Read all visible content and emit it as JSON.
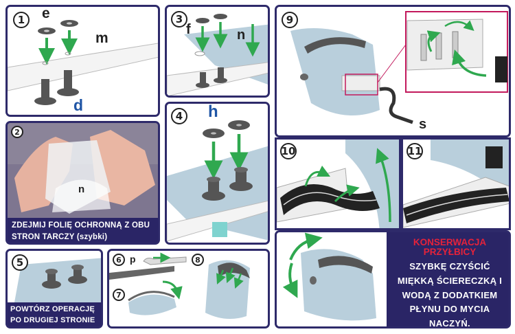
{
  "steps": {
    "s1": {
      "number": "1",
      "labels": {
        "e": "e",
        "m": "m",
        "d": "d"
      }
    },
    "s2": {
      "number": "2",
      "caption_line1": "ZDEJMIJ FOLIĘ OCHRONNĄ Z OBU",
      "caption_line2": "STRON TARCZY (szybki)",
      "label_n": "n"
    },
    "s3": {
      "number": "3",
      "labels": {
        "f": "f",
        "n": "n"
      }
    },
    "s4": {
      "number": "4",
      "labels": {
        "h": "h"
      }
    },
    "s5": {
      "number": "5",
      "caption_line1": "POWTÓRZ OPERACJĘ",
      "caption_line2": "PO DRUGIEJ STRONIE"
    },
    "s6": {
      "number": "6",
      "label_p": "p"
    },
    "s7": {
      "number": "7"
    },
    "s8": {
      "number": "8"
    },
    "s9": {
      "number": "9",
      "label_s": "s"
    },
    "s10": {
      "number": "10"
    },
    "s11": {
      "number": "11"
    }
  },
  "notice": {
    "title_line1": "KONSERWACJA",
    "title_line2": "PRZYŁBICY",
    "body_lines": [
      "SZYBKĘ CZYŚCIĆ",
      "MIĘKKĄ ŚCIERECZKĄ I",
      "WODĄ Z DODATKIEM",
      "PŁYNU DO MYCIA",
      "NACZYŃ."
    ]
  },
  "colors": {
    "frame": "#2e2a6a",
    "arrow": "#2fa84f",
    "shield": "#b9cfdc",
    "notice_bg": "#2a2566",
    "notice_title": "#e5223a",
    "callout": "#c2185b",
    "label_blue": "#1f55a5"
  }
}
